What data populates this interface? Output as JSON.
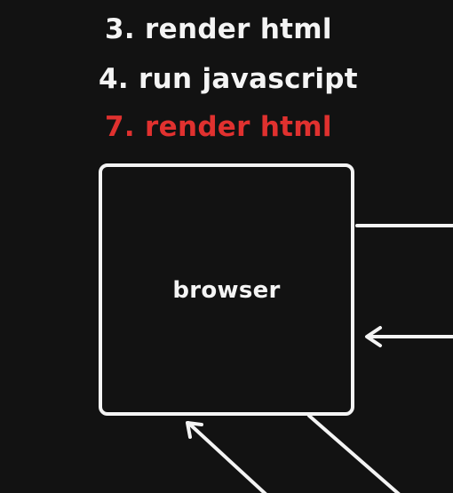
{
  "steps": [
    {
      "label": "3. render html",
      "color": "#f4f4f4"
    },
    {
      "label": "4. run javascript",
      "color": "#f4f4f4"
    },
    {
      "label": "7. render html",
      "color": "#e0312f"
    }
  ],
  "browser": {
    "label": "browser"
  },
  "colors": {
    "background": "#121212",
    "stroke": "#f4f4f4",
    "highlight": "#e0312f"
  }
}
